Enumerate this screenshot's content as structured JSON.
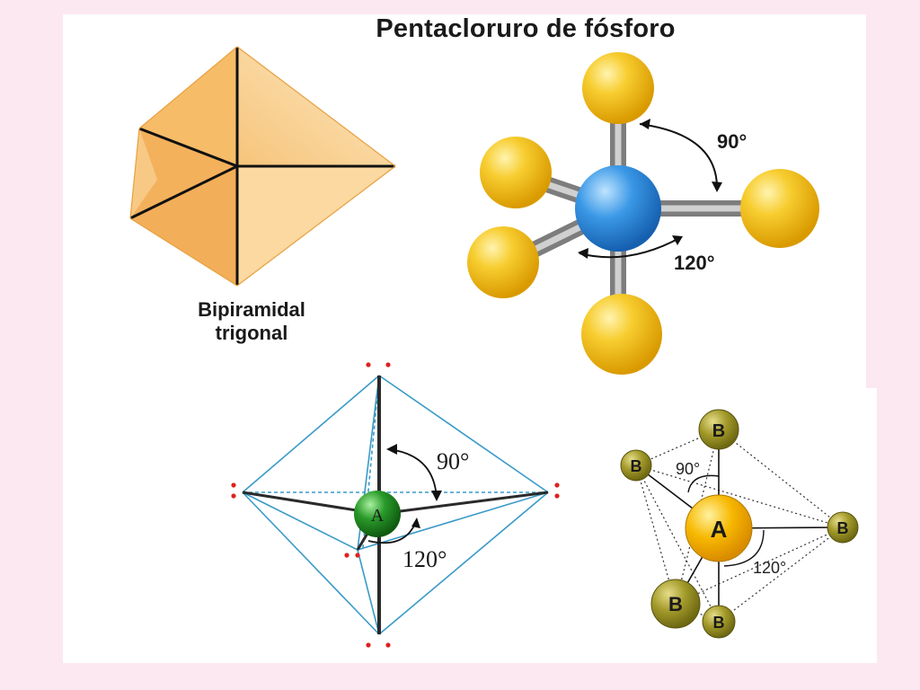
{
  "title": "Pentacloruro de fósforo",
  "shape_label": {
    "line1": "Bipiramidal",
    "line2": "trigonal"
  },
  "angles": {
    "ball_stick_axial": "90°",
    "ball_stick_equatorial": "120°",
    "lewis_axial": "90°",
    "lewis_equatorial": "120°",
    "ab_axial": "90°",
    "ab_equatorial": "120°"
  },
  "atoms": {
    "central": "A",
    "ligand": "B"
  },
  "colors": {
    "background": "#fce8f1",
    "panel": "#ffffff",
    "polyhedron": "#f5b860",
    "chlorine": "#f2c21e",
    "phosphorus": "#2e8de0",
    "bond": "#9a9a9a",
    "central_green": "#2a8a2a",
    "edge_blue": "#3a9ac8",
    "ligand_olive": "#a39a2a",
    "central_orange": "#f5b400"
  }
}
